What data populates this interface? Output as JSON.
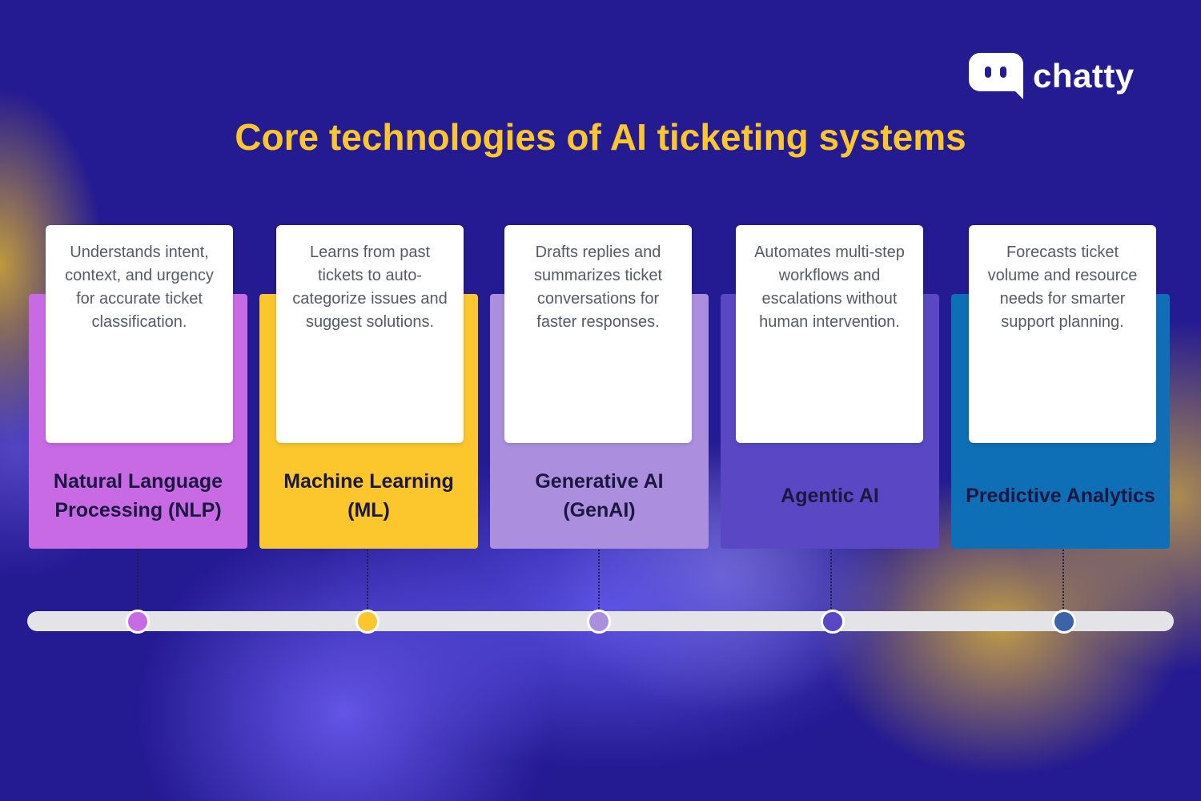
{
  "brand": {
    "name": "chatty",
    "icon": "chat-bubble-icon"
  },
  "title": "Core technologies of AI ticketing systems",
  "technologies": [
    {
      "label": "Natural Language Processing (NLP)",
      "description": "Understands intent, context, and urgency for accurate ticket classification.",
      "color": "#c86ae4"
    },
    {
      "label": "Machine Learning (ML)",
      "description": "Learns from past tickets to auto-categorize issues and suggest solutions.",
      "color": "#fcc72c"
    },
    {
      "label": "Generative AI (GenAI)",
      "description": "Drafts replies and summarizes ticket conversations for faster responses.",
      "color": "#ab8fde"
    },
    {
      "label": "Agentic AI",
      "description": "Automates multi-step workflows and escalations without human intervention.",
      "color": "#5a47c4"
    },
    {
      "label": "Predictive Analytics",
      "description": "Forecasts ticket volume and resource needs for smarter support planning.",
      "color": "#0f6fb6"
    }
  ],
  "colors": {
    "background": "#241a92",
    "title": "#fcc72c",
    "track": "#e4e4e8"
  }
}
